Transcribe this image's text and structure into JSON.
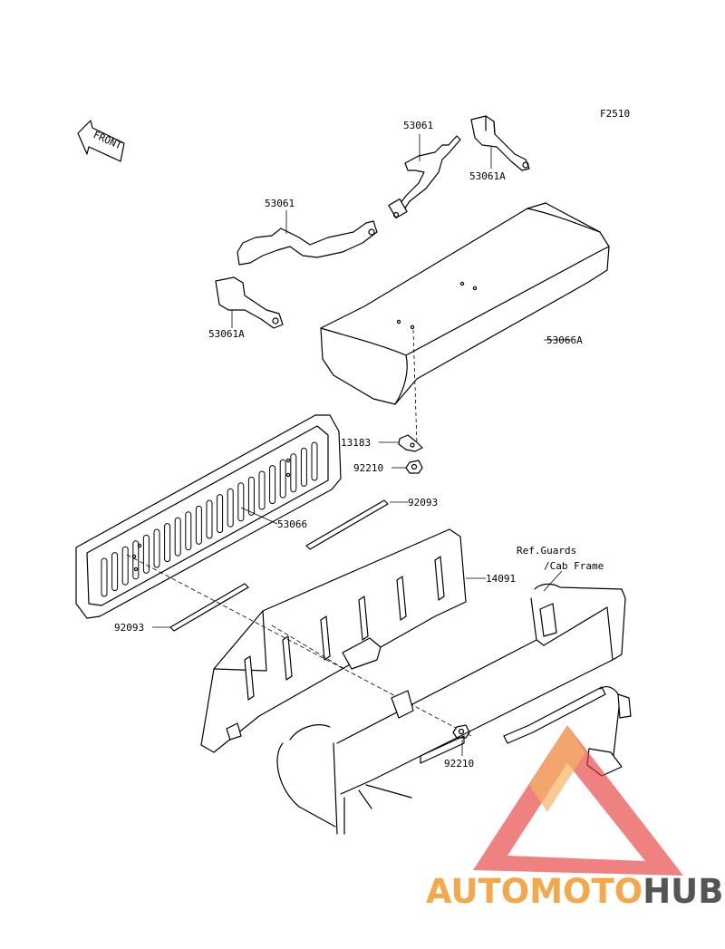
{
  "figure_code": "F2510",
  "front_label": "FRONT",
  "part_labels": {
    "strap_top": "53061",
    "strap_top_end": "53061A",
    "strap_left": "53061",
    "strap_left_end": "53061A",
    "seat_cushion": "53066A",
    "bracket": "13183",
    "nut_top": "92210",
    "rod_right": "92093",
    "backrest": "53066",
    "seat_base": "14091",
    "rod_left": "92093",
    "nut_bottom": "92210",
    "ref_line1": "Ref.Guards",
    "ref_line2": "/Cab Frame"
  },
  "watermark": {
    "part1": "AUTOMOTO",
    "part2": "HUB",
    "color_primary": "#f4a84a",
    "color_secondary": "#e63a3a",
    "color_dark": "#555555"
  }
}
